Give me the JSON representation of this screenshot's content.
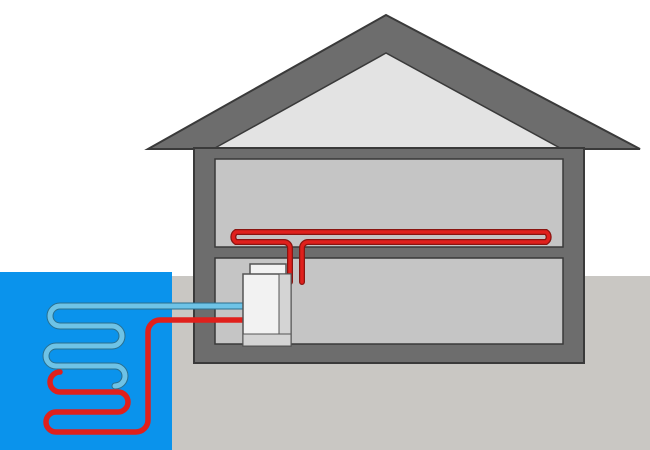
{
  "colors": {
    "background": "#ffffff",
    "ground": "#c9c7c3",
    "water": "#0a93ec",
    "house_outline": "#6d6d6d",
    "house_edge": "#3a3a3a",
    "room_fill": "#c5c5c5",
    "attic_fill": "#e3e3e3",
    "pipe_hot": "#e0201c",
    "pipe_cold": "#6ec3e6",
    "pipe_outline": "#8a1410",
    "unit_fill": "#f2f2f2",
    "unit_shade": "#d4d4d4",
    "unit_edge": "#555555"
  },
  "elements": {
    "house": "house-cross-section",
    "heat_pump": "heat-pump-unit",
    "ground_loop": "ground-loop-coil",
    "floor_heating": "floor-heating-loop",
    "water_body": "water-body"
  }
}
